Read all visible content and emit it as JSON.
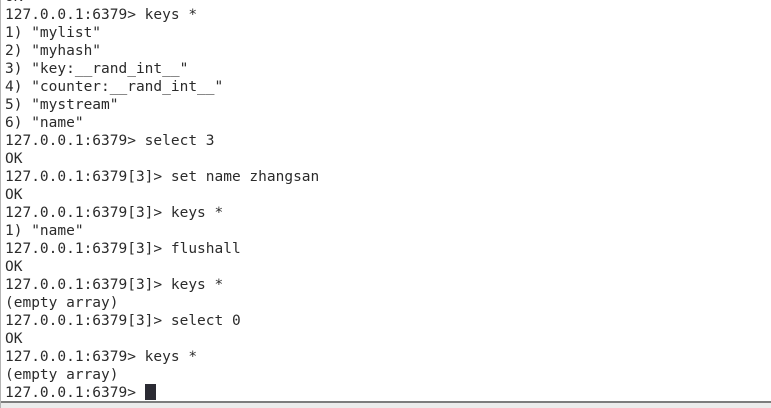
{
  "terminal": {
    "colors": {
      "background": "#ffffff",
      "text": "#2b2b2b",
      "cursor": "#2b2b33",
      "border_left": "#b4b4b4",
      "divider": "#7d7d7d",
      "bottom_strip": "#ececec"
    },
    "prompt_default": "127.0.0.1:6379>",
    "prompt_db3": "127.0.0.1:6379[3]>",
    "lines": [
      {
        "text": "OK",
        "clipped_top": true
      },
      {
        "text": "127.0.0.1:6379> keys *"
      },
      {
        "text": "1) \"mylist\""
      },
      {
        "text": "2) \"myhash\""
      },
      {
        "text": "3) \"key:__rand_int__\""
      },
      {
        "text": "4) \"counter:__rand_int__\""
      },
      {
        "text": "5) \"mystream\""
      },
      {
        "text": "6) \"name\""
      },
      {
        "text": "127.0.0.1:6379> select 3"
      },
      {
        "text": "OK"
      },
      {
        "text": "127.0.0.1:6379[3]> set name zhangsan"
      },
      {
        "text": "OK"
      },
      {
        "text": "127.0.0.1:6379[3]> keys *"
      },
      {
        "text": "1) \"name\""
      },
      {
        "text": "127.0.0.1:6379[3]> flushall"
      },
      {
        "text": "OK"
      },
      {
        "text": "127.0.0.1:6379[3]> keys *"
      },
      {
        "text": "(empty array)"
      },
      {
        "text": "127.0.0.1:6379[3]> select 0"
      },
      {
        "text": "OK"
      },
      {
        "text": "127.0.0.1:6379> keys *"
      },
      {
        "text": "(empty array)"
      },
      {
        "text": "127.0.0.1:6379> ",
        "cursor": true
      }
    ]
  }
}
